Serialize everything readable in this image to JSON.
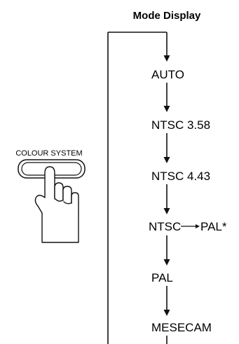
{
  "title": "Mode Display",
  "button": {
    "label": "COLOUR SYSTEM",
    "icon": "hand-pressing-button-icon"
  },
  "modes": [
    {
      "label": "AUTO"
    },
    {
      "label": "NTSC 3.58"
    },
    {
      "label": "NTSC 4.43"
    },
    {
      "label": "NTSC",
      "suffix": "PAL*",
      "has_arrow": true
    },
    {
      "label": "PAL"
    },
    {
      "label": "MESECAM"
    }
  ],
  "colors": {
    "line": "#111111",
    "background": "#ffffff"
  }
}
